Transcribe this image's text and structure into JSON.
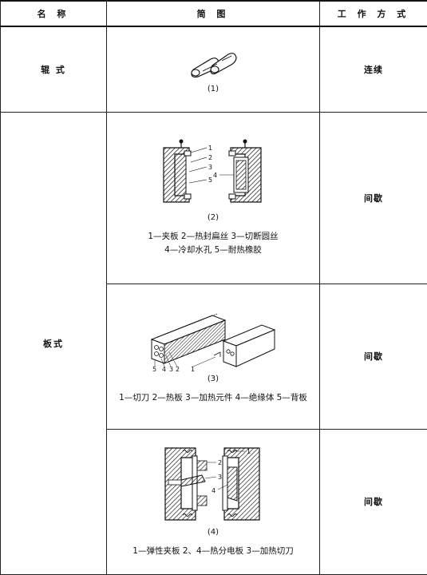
{
  "header": {
    "name": "名 称",
    "diagram": "简 图",
    "mode": "工 作 方 式"
  },
  "rows": [
    {
      "name": "辊 式",
      "caption": "(1)",
      "mode": "连续"
    },
    {
      "name": "板式",
      "caption": "(2)",
      "legend_line1": "1—夹板 2—热封扁丝 3—切断圆丝",
      "legend_line2": "4—冷却水孔 5—耐热橡胶",
      "callouts": [
        "1",
        "2",
        "3",
        "4",
        "5"
      ],
      "mode": "间歇"
    },
    {
      "caption": "(3)",
      "legend_line1": "1—切刀 2—热板 3—加热元件 4—绝缘体 5—背板",
      "callouts": [
        "5",
        "4",
        "3",
        "2",
        "1"
      ],
      "mode": "间歇"
    },
    {
      "caption": "(4)",
      "legend_line1": "1—弹性夹板 2、4—热分电板 3—加热切刀",
      "callouts": [
        "1",
        "2",
        "3",
        "4"
      ],
      "mode": "间歇"
    }
  ]
}
